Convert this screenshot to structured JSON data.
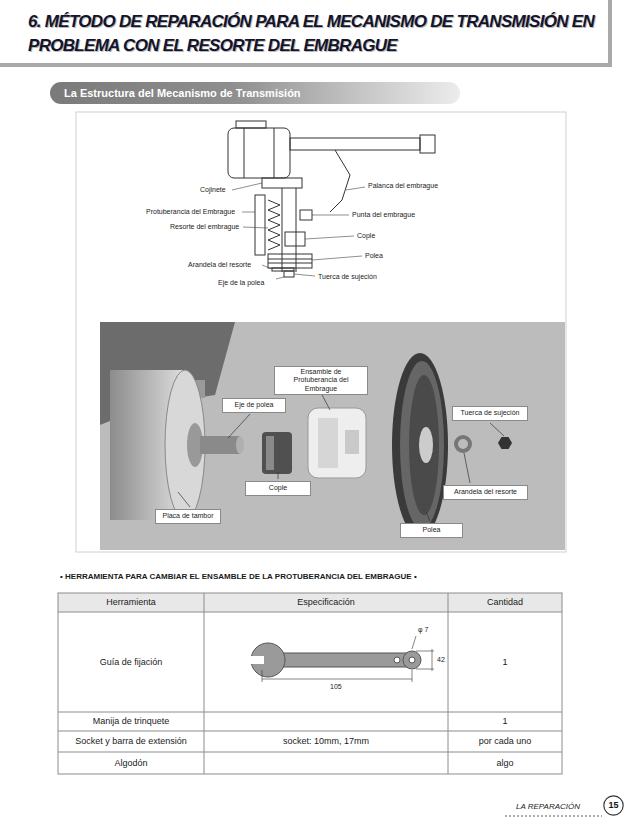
{
  "diagram": {
    "title": "6. MÉTODO DE REPARACIÓN PARA EL MECANISMO DE TRANSMISIÓN EN PROBLEMA CON EL RESORTE DEL EMBRAGUE",
    "nodes": [
      {
        "text": [
          "La Estructura del Mecanismo de Transmisión"
        ]
      },
      {
        "text": [
          "Ensamble de Protuberancia del Embrague"
        ]
      },
      {
        "text": [
          "Eje de polea"
        ]
      },
      {
        "text": [
          "Tuerca de sujeción"
        ]
      },
      {
        "text": [
          "Cople"
        ]
      },
      {
        "text": [
          "Arandela del resorte"
        ]
      },
      {
        "text": [
          "Placa de tambor"
        ]
      },
      {
        "text": [
          "Polea"
        ]
      },
      {
        "text": [
          "15"
        ]
      }
    ],
    "labels": [
      "Cojinete",
      "Palanca del embrague",
      "Protuberancia del Embrague",
      "Punta del embrague",
      "Resorte del embrague",
      "Cople",
      "Polea",
      "Arandela del resorte",
      "Tuerca de sujeción",
      "Eje de la polea",
      "• HERRAMIENTA PARA CAMBIAR EL ENSAMBLE DE LA PROTUBERANCIA DEL EMBRAGUE •",
      "Herramienta",
      "Especificación",
      "Cantidad",
      "Guía de fijación",
      "φ 7",
      "42",
      "105",
      "1",
      "Manija de trinquete",
      "1",
      "Socket y barra de extensión",
      "socket: 10mm, 17mm",
      "por cada uno",
      "Algodón",
      "algo",
      "LA REPARACIÓN"
    ]
  }
}
